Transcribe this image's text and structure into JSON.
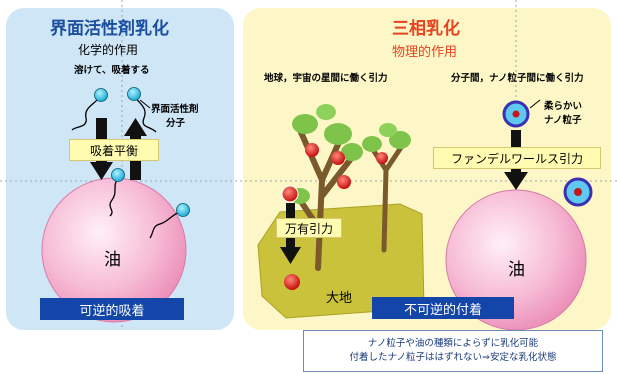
{
  "left": {
    "title": "界面活性剤乳化",
    "subtitle": "化学的作用",
    "note": "溶けて、吸着する",
    "surfactant_label_1": "界面活性剤",
    "surfactant_label_2": "分子",
    "equilibrium_label": "吸着平衡",
    "oil_label": "油",
    "bottom_label": "可逆的吸着"
  },
  "right": {
    "title": "三相乳化",
    "subtitle": "物理的作用",
    "gravity_note": "地球，宇宙の星間に働く引力",
    "molecular_note": "分子間，ナノ粒子間に働く引力",
    "nano_label_1": "柔らかい",
    "nano_label_2": "ナノ粒子",
    "vdw_label": "ファンデルワールス引力",
    "gravity_label": "万有引力",
    "ground_label": "大地",
    "oil_label": "油",
    "bottom_label": "不可逆的付着"
  },
  "footer": {
    "line1": "ナノ粒子や油の種類によらずに乳化可能",
    "line2": "付着したナノ粒子ははずれない⇒安定な乳化状態"
  }
}
